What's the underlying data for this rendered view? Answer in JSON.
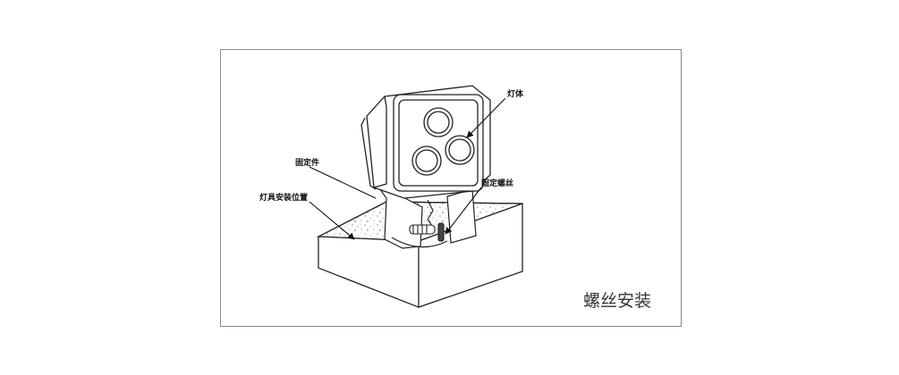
{
  "diagram": {
    "caption": "螺丝安装",
    "labels": {
      "lamp_body": "灯体",
      "bracket": "固定件",
      "fixing_screw": "固定螺丝",
      "install_position": "灯具安装位置"
    }
  },
  "colors": {
    "line": "#222222",
    "frame": "#8a8a8a",
    "caption_text": "#333333"
  }
}
